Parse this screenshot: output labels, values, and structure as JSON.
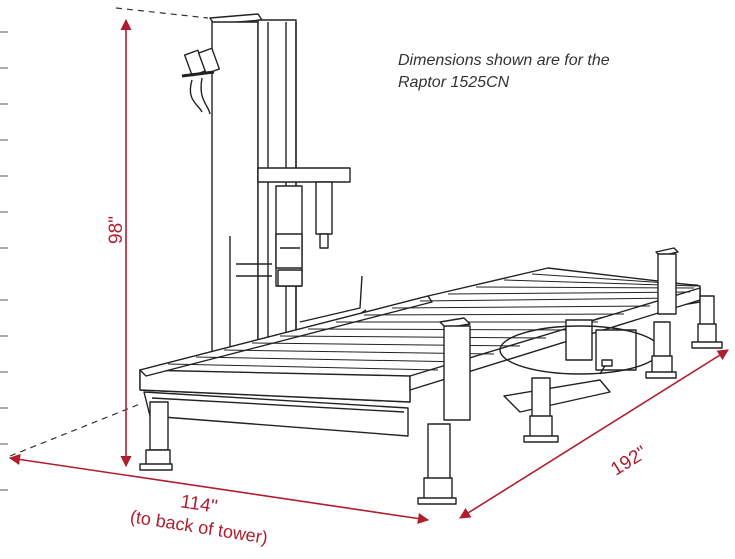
{
  "note": {
    "line1": "Dimensions shown are for the",
    "line2": "Raptor 1525CN"
  },
  "dimensions": {
    "height": "98\"",
    "depth": "114\"",
    "depth_note": "(to back of tower)",
    "length": "192\""
  },
  "colors": {
    "dimension_line": "#b01e2e",
    "drawing_line": "#222222",
    "text": "#333333"
  }
}
